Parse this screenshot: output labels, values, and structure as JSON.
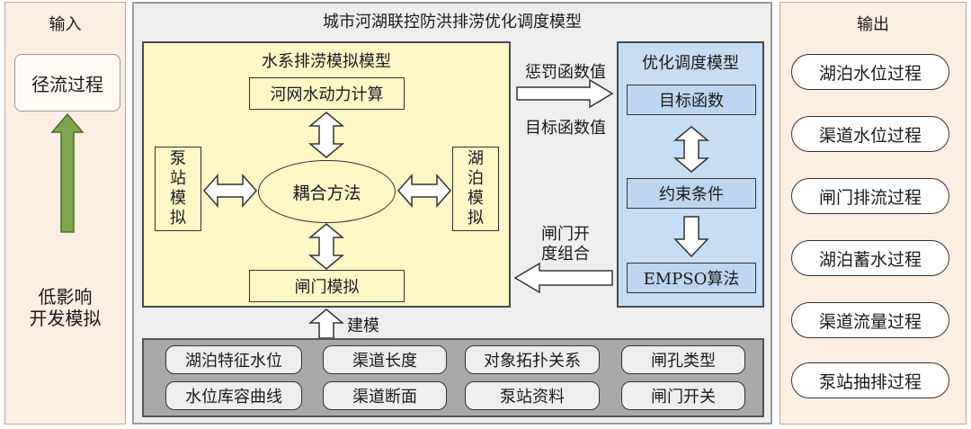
{
  "input_panel": {
    "title": "输入",
    "runoff": "径流过程",
    "lid_line1": "低影响",
    "lid_line2": "开发模拟"
  },
  "center": {
    "title": "城市河湖联控防洪排涝优化调度模型",
    "drainage": {
      "title": "水系排涝模拟模型",
      "river_network": "河网水动力计算",
      "coupling": "耦合方法",
      "pump_station": [
        "泵",
        "站",
        "模",
        "拟"
      ],
      "lake": [
        "湖",
        "泊",
        "模",
        "拟"
      ],
      "gate": "闸门模拟"
    },
    "optimization": {
      "title": "优化调度模型",
      "objective": "目标函数",
      "constraint": "约束条件",
      "algorithm": "EMPSO算法"
    },
    "flows": {
      "penalty": "惩罚函数值",
      "objective_value": "目标函数值",
      "gate_combo_line1": "闸门开",
      "gate_combo_line2": "度组合",
      "modeling": "建模"
    },
    "data_items": [
      [
        "湖泊特征水位",
        "渠道长度",
        "对象拓扑关系",
        "闸孔类型"
      ],
      [
        "水位库容曲线",
        "渠道断面",
        "泵站资料",
        "闸门开关"
      ]
    ]
  },
  "output_panel": {
    "title": "输出",
    "items": [
      "湖泊水位过程",
      "渠道水位过程",
      "闸门排流过程",
      "湖泊蓄水过程",
      "渠道流量过程",
      "泵站抽排过程"
    ]
  }
}
